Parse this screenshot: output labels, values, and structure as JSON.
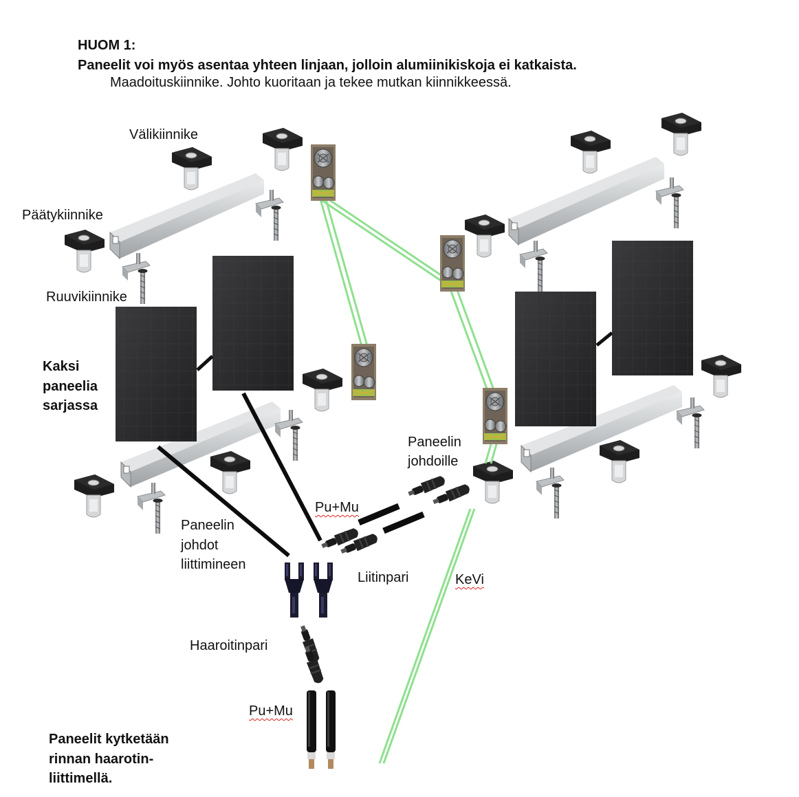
{
  "header": {
    "title": "HUOM 1:",
    "line1": "Paneelit voi myös asentaa yhteen linjaan, jolloin alumiinikiskoja ei katkaista.",
    "line2": "Maadoituskiinnike. Johto kuoritaan ja tekee mutkan kiinnikkeessä."
  },
  "labels": {
    "mid_clamp": "Välikiinnike",
    "end_clamp": "Päätykiinnike",
    "screw_bracket": "Ruuvikiinnike",
    "two_panels_l1": "Kaksi",
    "two_panels_l2": "paneelia",
    "two_panels_l3": "sarjassa",
    "panel_leads_l1": "Paneelin",
    "panel_leads_l2": "johdot",
    "panel_leads_l3": "liittimineen",
    "panel_wires_l1": "Paneelin",
    "panel_wires_l2": "johdoille",
    "connector_pair": "Liitinpari",
    "cable_top": "Pu+Mu",
    "cable_bottom": "Pu+Mu",
    "ground_wire": "KeVi",
    "branch_pair": "Haaroitinpari",
    "parallel_l1": "Paneelit kytketään",
    "parallel_l2": "rinnan haarotin-",
    "parallel_l3": "liittimellä."
  },
  "colors": {
    "panel": "#2f2f31",
    "rail": "#cfd2d4",
    "clamp": "#1c1c1c",
    "ground_wire": "#8fe08f",
    "cable": "#0d0d0d"
  }
}
